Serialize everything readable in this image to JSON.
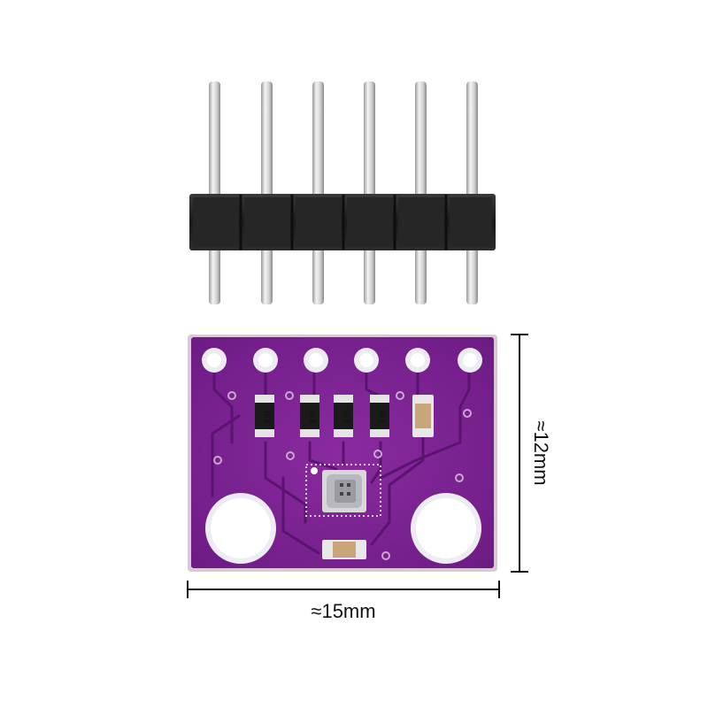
{
  "dimensions": {
    "width_label": "≈15mm",
    "height_label": "≈12mm"
  },
  "components": {
    "resistor_markings": [
      "103",
      "103",
      "103",
      "103"
    ]
  },
  "colors": {
    "pcb": "#7b1f93",
    "pcb_dark": "#5c1470",
    "pad_silver": "#e8e8ee",
    "header_plastic": "#1e1e1e",
    "pin_metal": "#d6d6d6"
  }
}
